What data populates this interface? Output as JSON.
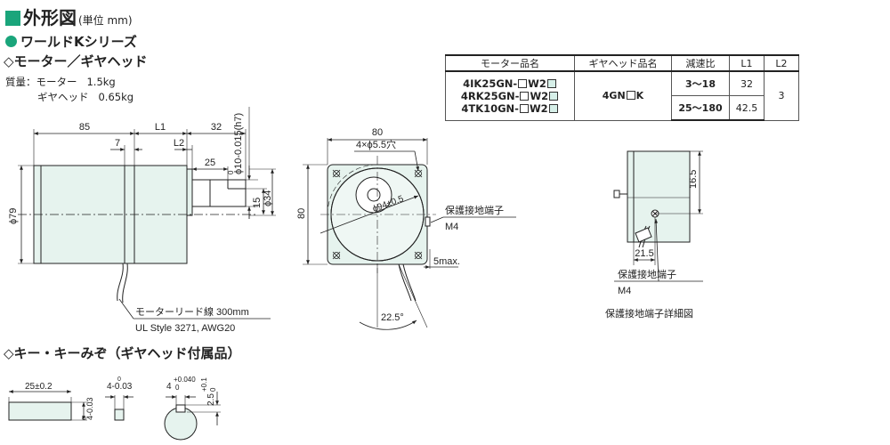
{
  "header": {
    "title": "外形図",
    "unit": "(単位 mm)",
    "series": "ワールドKシリーズ",
    "section_motor": "◇モーター／ギヤヘッド",
    "section_key": "◇キー・キーみぞ（ギヤヘッド付属品）"
  },
  "colors": {
    "accent": "#1aa57b",
    "body_fill": "#e6f3ee",
    "box_fill": "#d6efe8"
  },
  "mass": {
    "label": "質量：モーター",
    "motor_value": "1.5kg",
    "gear_label": "ギヤヘッド",
    "gear_value": "0.65kg"
  },
  "spec_table": {
    "headers": [
      "モーター品名",
      "ギヤヘッド品名",
      "減速比",
      "L1",
      "L2"
    ],
    "models": [
      {
        "prefix": "4IK25GN-",
        "suffix": "W2"
      },
      {
        "prefix": "4RK25GN-",
        "suffix": "W2"
      },
      {
        "prefix": "4TK10GN-",
        "suffix": "W2"
      }
    ],
    "gearhead": {
      "prefix": "4GN",
      "suffix": "K"
    },
    "rows": [
      {
        "ratio": "3～18",
        "l1": "32"
      },
      {
        "ratio": "25～180",
        "l1": "42.5"
      }
    ],
    "l2": "3"
  },
  "side_view": {
    "d85": "85",
    "dL1": "L1",
    "d32": "32",
    "d7": "7",
    "dL2": "L2",
    "d25": "25",
    "dshaft": "ϕ10-0.015(h7)",
    "dshaft_top": "0",
    "d79": "ϕ79",
    "d34": "ϕ34",
    "d15": "15",
    "lead_label": "モーターリード線 300mm",
    "lead_spec": "UL Style 3271, AWG20"
  },
  "front_view": {
    "d80_top": "80",
    "d80_left": "80",
    "holes": "4×ϕ5.5穴",
    "pcd": "ϕ94±0.5",
    "ground_label": "保護接地端子",
    "ground_size": "M4",
    "d5max": "5max.",
    "angle": "22.5°"
  },
  "detail_view": {
    "d16_5": "16.5",
    "d21_5": "21.5",
    "ground_label": "保護接地端子",
    "ground_size": "M4",
    "caption": "保護接地端子詳細図"
  },
  "key_view": {
    "d25": "25±0.2",
    "d4_len": "4-0.03",
    "d4_len_top": "0",
    "d4_w": "4-0.03",
    "d4_w_top": "0",
    "d4_slot": "4",
    "d4_slot_tol_top": "+0.040",
    "d4_slot_tol_bot": "0",
    "d2_5": "2.5",
    "d2_5_tol_top": "+0.1",
    "d2_5_tol_bot": "0"
  }
}
